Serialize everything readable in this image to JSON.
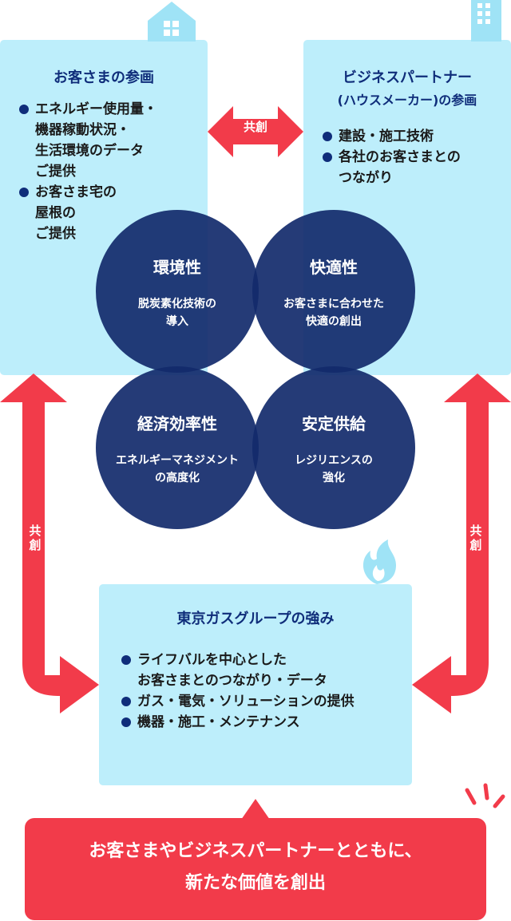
{
  "customer": {
    "title": "お客さまの参画",
    "items": [
      "エネルギー使用量・\n機器稼動状況・\n生活環境のデータ\nご提供",
      "お客さま宅の\n屋根の\nご提供"
    ]
  },
  "partner": {
    "title_line1": "ビジネスパートナー",
    "title_line2": "(ハウスメーカー)の参画",
    "items": [
      "建設・施工技術",
      "各社のお客さまとの\nつながり"
    ]
  },
  "kyoso": {
    "top": "共創",
    "left": "共\n創",
    "right": "共\n創"
  },
  "circles": [
    {
      "title": "環境性",
      "sub": "脱炭素化技術の\n導入"
    },
    {
      "title": "快適性",
      "sub": "お客さまに合わせた\n快適の創出"
    },
    {
      "title": "経済効率性",
      "sub": "エネルギーマネジメント\nの高度化"
    },
    {
      "title": "安定供給",
      "sub": "レジリエンスの\n強化"
    }
  ],
  "tokyogas": {
    "title": "東京ガスグループの強み",
    "items": [
      "ライフバルを中心とした\nお客さまとのつながり・データ",
      "ガス・電気・ソリューションの提供",
      "機器・施工・メンテナンス"
    ]
  },
  "banner": {
    "text": "お客さまやビジネスパートナーとともに、\n新たな価値を創出"
  },
  "icons": [
    "house-icon",
    "building-icon",
    "flame-icon",
    "sparkle-icon"
  ],
  "colors": {
    "box": "#bdeefb",
    "navy": "#0f2d7a",
    "circle": "#122a6b",
    "red": "#f23b4a",
    "icon_light": "#9fe3f6"
  }
}
